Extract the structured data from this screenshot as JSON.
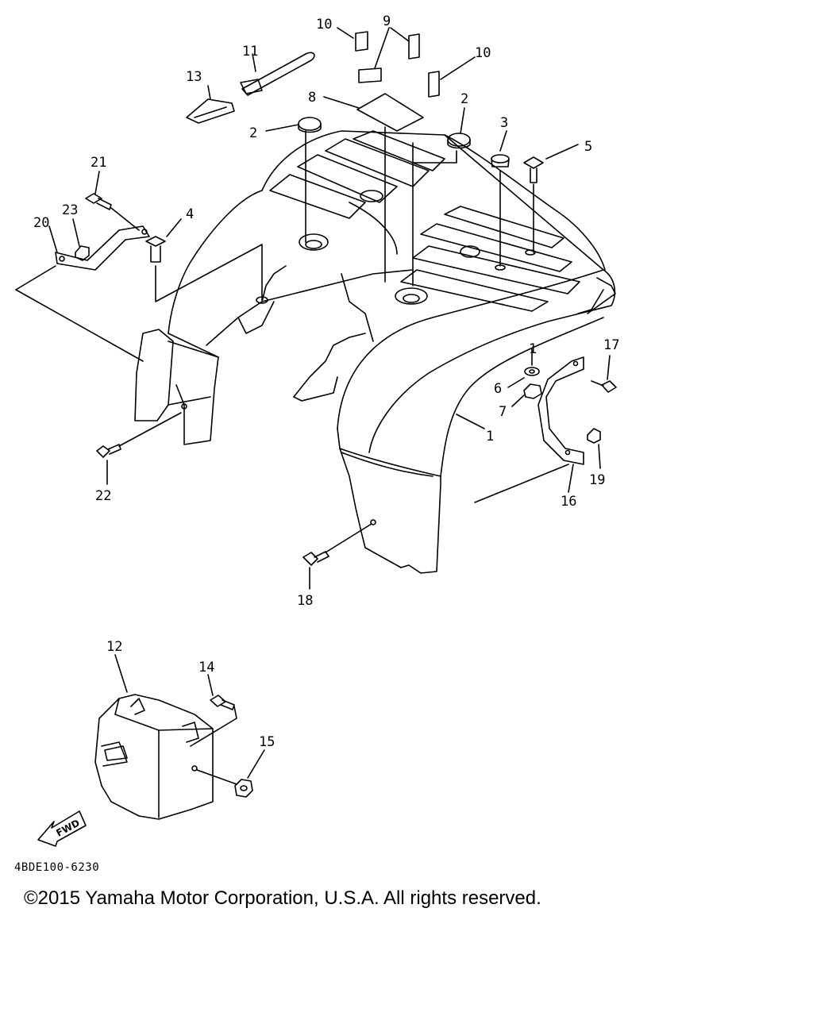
{
  "diagram": {
    "labels": {
      "p1a": "1",
      "p1b": "1",
      "p2a": "2",
      "p2b": "2",
      "p3": "3",
      "p4": "4",
      "p5": "5",
      "p6": "6",
      "p7": "7",
      "p8": "8",
      "p9": "9",
      "p10a": "10",
      "p10b": "10",
      "p11": "11",
      "p12": "12",
      "p13": "13",
      "p14": "14",
      "p15": "15",
      "p16": "16",
      "p17": "17",
      "p18": "18",
      "p19": "19",
      "p20": "20",
      "p21": "21",
      "p22": "22",
      "p23": "23"
    },
    "fwd_label": "FWD",
    "drawing_code": "4BDE100-6230"
  },
  "footer": {
    "copyright": "©2015 Yamaha Motor Corporation, U.S.A. All rights reserved."
  }
}
